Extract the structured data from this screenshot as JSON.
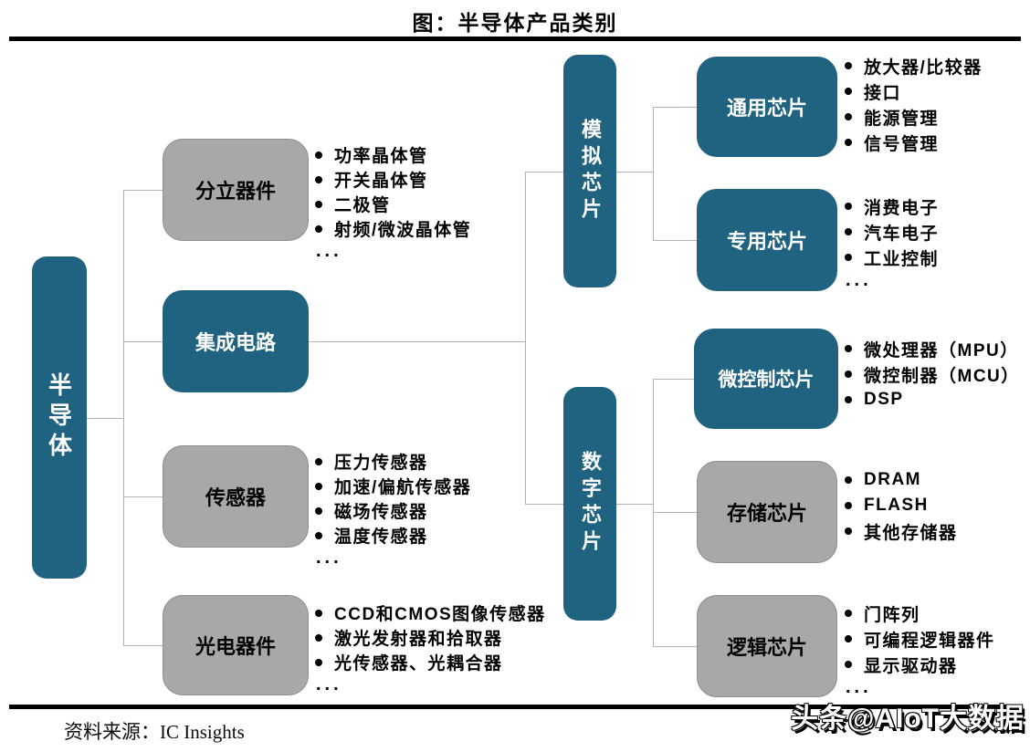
{
  "title": "图：半导体产品类别",
  "ellipsis": "...",
  "colors": {
    "teal": "#1F6380",
    "gray": "#A8A8A8",
    "line": "#B3B3B3"
  },
  "root": {
    "label": "半导体"
  },
  "branches": {
    "discrete": {
      "label": "分立器件",
      "bullets": [
        "功率晶体管",
        "开关晶体管",
        "二极管",
        "射频/微波晶体管"
      ]
    },
    "ic": {
      "label": "集成电路"
    },
    "sensor": {
      "label": "传感器",
      "bullets": [
        "压力传感器",
        "加速/偏航传感器",
        "磁场传感器",
        "温度传感器"
      ]
    },
    "opto": {
      "label": "光电器件",
      "bullets": [
        "CCD和CMOS图像传感器",
        "激光发射器和拾取器",
        "光传感器、光耦合器"
      ]
    },
    "analog": {
      "label": "模拟芯片"
    },
    "digital": {
      "label": "数字芯片"
    },
    "general": {
      "label": "通用芯片",
      "bullets": [
        "放大器/比较器",
        "接口",
        "能源管理",
        "信号管理"
      ]
    },
    "special": {
      "label": "专用芯片",
      "bullets": [
        "消费电子",
        "汽车电子",
        "工业控制"
      ]
    },
    "micro": {
      "label": "微控制芯片",
      "bullets": [
        "微处理器（MPU）",
        "微控制器（MCU）",
        "DSP"
      ]
    },
    "memory": {
      "label": "存储芯片",
      "bullets": [
        "DRAM",
        "FLASH",
        "其他存储器"
      ]
    },
    "logic": {
      "label": "逻辑芯片",
      "bullets": [
        "门阵列",
        "可编程逻辑器件",
        "显示驱动器"
      ]
    }
  },
  "source": {
    "prefix": "资料来源：",
    "name": "IC Insights"
  },
  "watermark": "头条@AIoT大数据"
}
